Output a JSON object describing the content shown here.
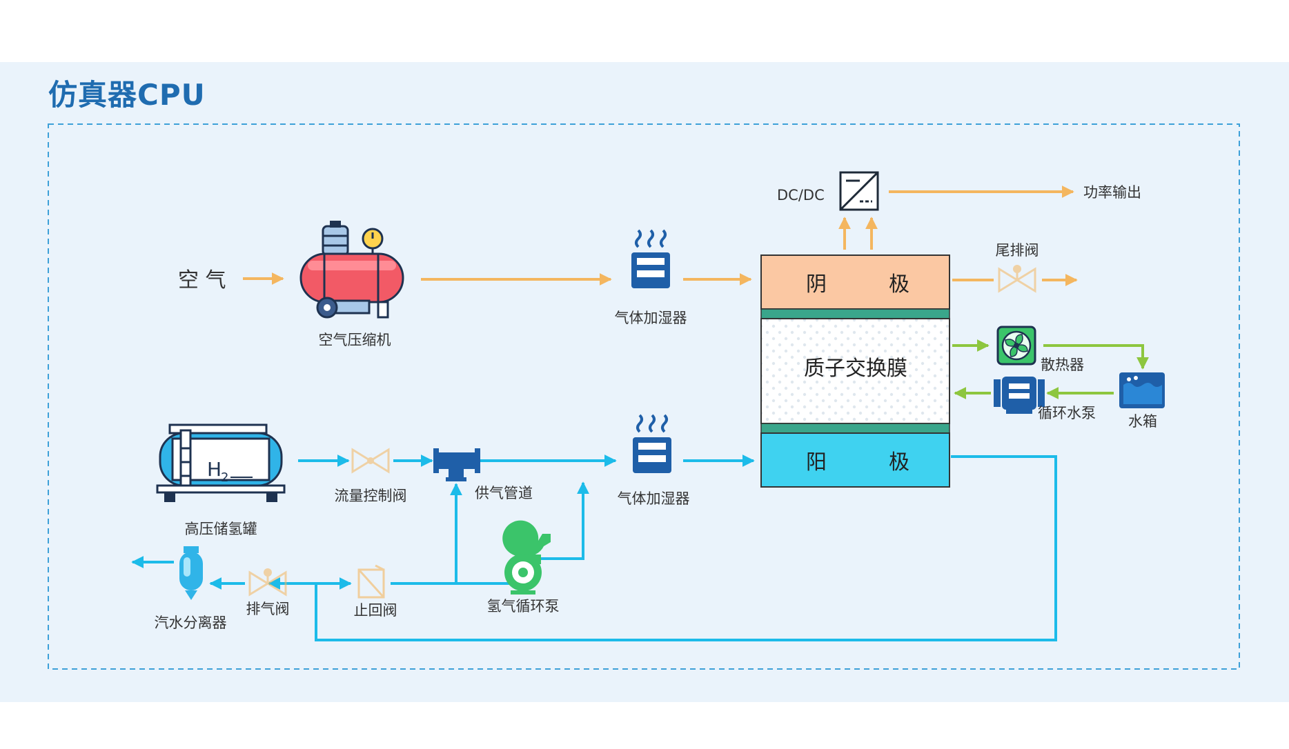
{
  "title": "仿真器CPU",
  "labels": {
    "air": "空 气",
    "air_compressor": "空气压缩机",
    "humidifier_top": "气体加湿器",
    "humidifier_bottom": "气体加湿器",
    "dcdc": "DC/DC",
    "power_output": "功率输出",
    "tail_valve": "尾排阀",
    "cathode_1": "阴",
    "cathode_2": "极",
    "membrane": "质子交换膜",
    "anode_1": "阳",
    "anode_2": "极",
    "radiator": "散热器",
    "circ_pump": "循环水泵",
    "water_tank": "水箱",
    "h2_tank": "高压储氢罐",
    "h2_formula": "H",
    "h2_sub": "2",
    "flow_valve": "流量控制阀",
    "supply_pipe": "供气管道",
    "h2_pump": "氢气循环泵",
    "separator": "汽水分离器",
    "exhaust_valve": "排气阀",
    "check_valve": "止回阀"
  },
  "colors": {
    "title": "#1f6cb0",
    "air_line": "#f4b65f",
    "h2_line": "#1cbbe9",
    "coolant_line": "#8dc63f",
    "cathode_fill": "#fbc8a3",
    "anode_fill": "#3fd2f0",
    "membrane_band": "#3aa68b",
    "icon_blue": "#1f5fa8",
    "border_dash": "#3da0d8"
  },
  "icons": {
    "compressor": "air-compressor-icon",
    "humidifier": "humidifier-icon",
    "dcdc": "dcdc-converter-icon",
    "valve": "valve-icon",
    "radiator": "fan-radiator-icon",
    "pump": "water-pump-icon",
    "tank": "water-tank-icon",
    "h2_tank": "hydrogen-tank-icon",
    "tee": "pipe-tee-icon",
    "h2_pump": "recirculation-pump-icon",
    "separator": "separator-icon",
    "check_valve": "check-valve-icon"
  }
}
